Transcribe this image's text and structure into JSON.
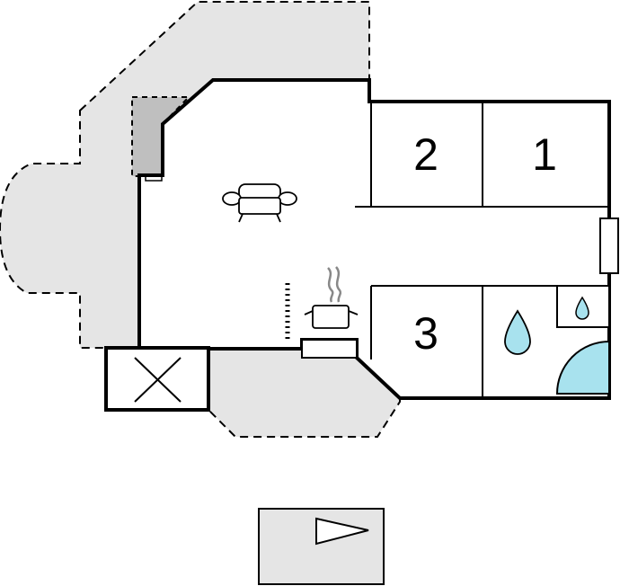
{
  "colors": {
    "terrace": "#e5e5e5",
    "fireplace": "#bfbfbf",
    "water": "#a8e2ee",
    "wall": "#000000",
    "floor": "#ffffff"
  },
  "rooms": [
    {
      "number": "2"
    },
    {
      "number": "1"
    },
    {
      "number": "3"
    }
  ],
  "icons": [
    "sofa-icon",
    "cooking-pot-icon",
    "water-drop-icon",
    "shower-icon",
    "closed-box-icon",
    "parking-arrow-icon"
  ]
}
